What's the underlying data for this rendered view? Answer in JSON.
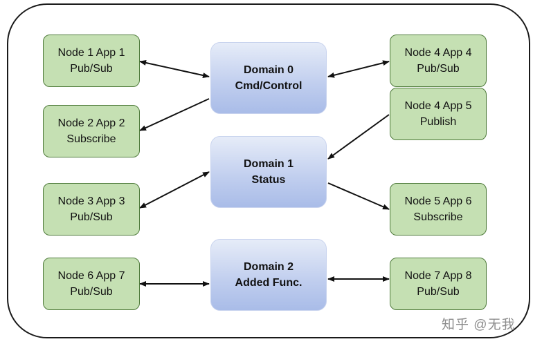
{
  "nodes": [
    {
      "line1": "Node 1 App 1",
      "line2": "Pub/Sub"
    },
    {
      "line1": "Node 2 App 2",
      "line2": "Subscribe"
    },
    {
      "line1": "Node 3 App 3",
      "line2": "Pub/Sub"
    },
    {
      "line1": "Node 6 App 7",
      "line2": "Pub/Sub"
    },
    {
      "line1": "Node 4 App 4",
      "line2": "Pub/Sub"
    },
    {
      "line1": "Node 4 App 5",
      "line2": "Publish"
    },
    {
      "line1": "Node 5 App 6",
      "line2": "Subscribe"
    },
    {
      "line1": "Node 7 App 8",
      "line2": "Pub/Sub"
    }
  ],
  "domains": [
    {
      "line1": "Domain 0",
      "line2": "Cmd/Control"
    },
    {
      "line1": "Domain 1",
      "line2": "Status"
    },
    {
      "line1": "Domain 2",
      "line2": "Added Func."
    }
  ],
  "watermark": "知乎 @无我",
  "colors": {
    "node_fill": "#c5e0b3",
    "node_border": "#4e7a3a",
    "domain_fill": "#bfcdee",
    "arrow": "#111111"
  }
}
